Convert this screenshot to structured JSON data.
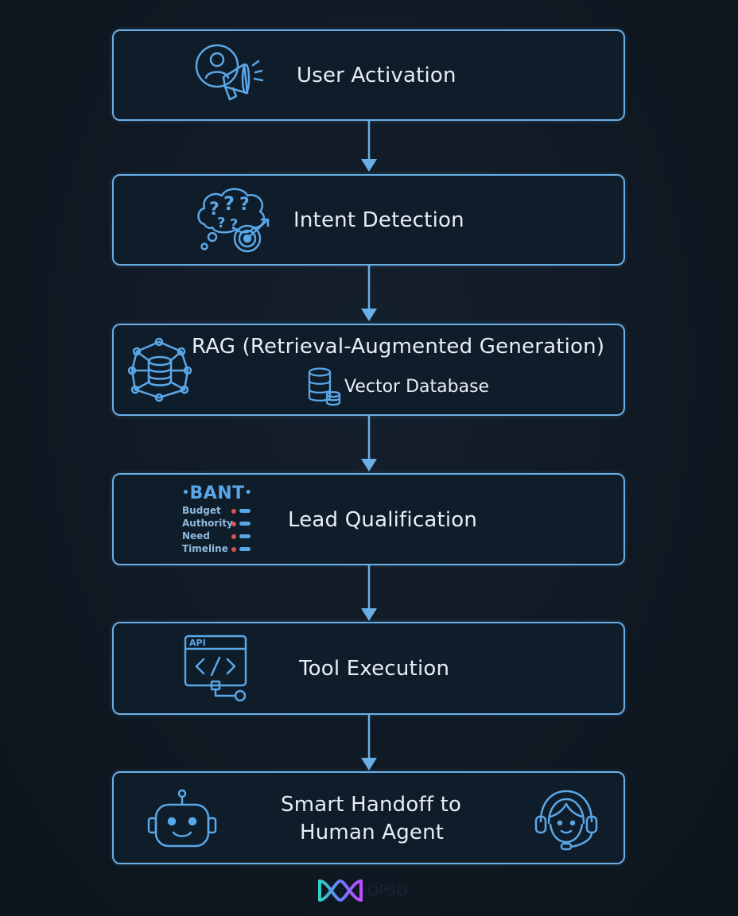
{
  "steps": [
    {
      "label": "User Activation",
      "icon": "user-megaphone-icon"
    },
    {
      "label": "Intent Detection",
      "icon": "thought-target-icon"
    },
    {
      "label": "RAG (Retrieval-Augmented Generation)",
      "sublabel": "Vector Database",
      "icon": "network-database-icon",
      "subicon": "database-icon"
    },
    {
      "label": "Lead Qualification",
      "icon": "bant-checklist-icon",
      "bant": {
        "title": "BANT",
        "items": [
          "Budget",
          "Authority",
          "Need",
          "Timeline"
        ]
      }
    },
    {
      "label": "Tool Execution",
      "icon": "api-code-icon",
      "icon_text": "API"
    },
    {
      "label_line1": "Smart Handoff to",
      "label_line2": "Human Agent",
      "icon_left": "robot-icon",
      "icon_right": "headset-agent-icon"
    }
  ],
  "footer": {
    "logo": "logo-icon",
    "text": "OPSO"
  },
  "colors": {
    "accent": "#6aaee6",
    "icon": "#5aa7e8",
    "text": "#e8eef5",
    "background": "#101923",
    "bant_dot": "#d9534f"
  }
}
